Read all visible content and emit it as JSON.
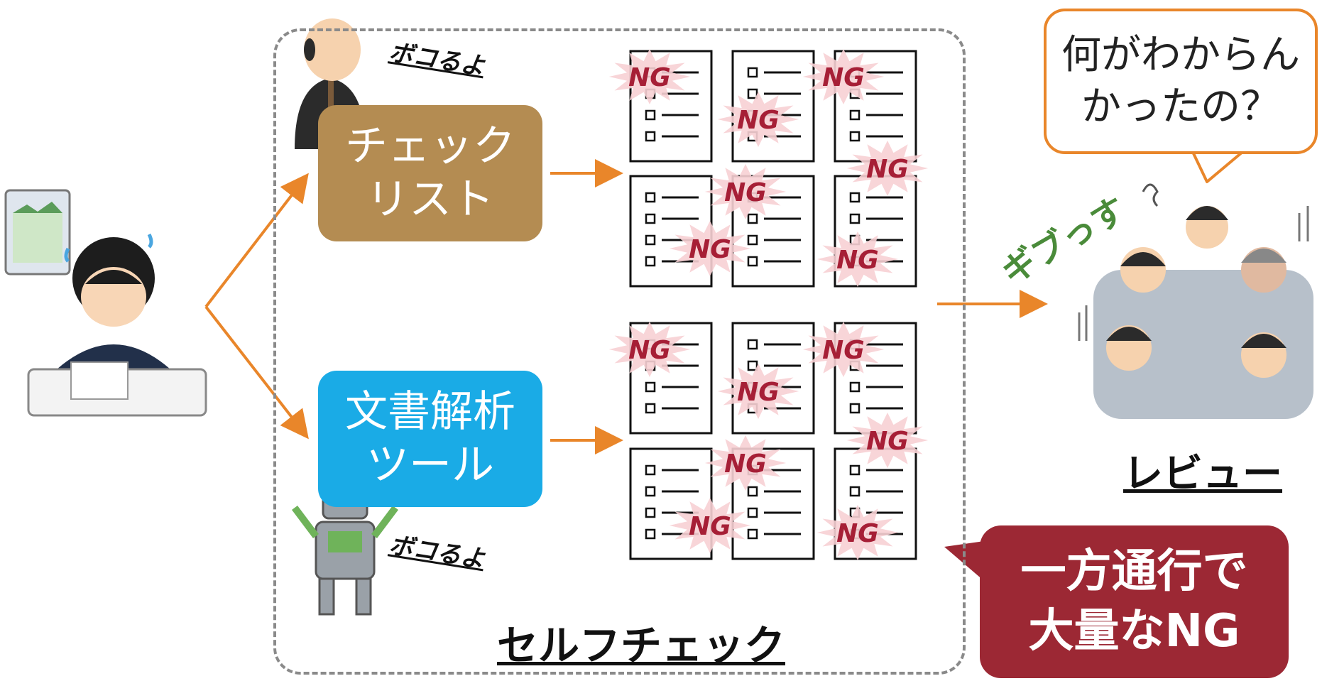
{
  "boxes": {
    "checklist": "チェック\nリスト",
    "tool": "文書解析\nツール"
  },
  "taunts": {
    "top": "ボコるよ",
    "bottom": "ボコるよ"
  },
  "self_check_label": "セルフチェック",
  "review_label": "レビュー",
  "give_up_label": "ギブっす",
  "speech_question": "何がわからん\nかったの？",
  "callout": "一方通行で\n大量なNG",
  "stamp_text": "NG",
  "colors": {
    "arrow": "#e9862a",
    "checklist_box": "#b48c52",
    "tool_box": "#1aabe6",
    "callout": "#9c2834",
    "ng_stamp": "#a61f36",
    "give_up": "#4a8b3a"
  }
}
